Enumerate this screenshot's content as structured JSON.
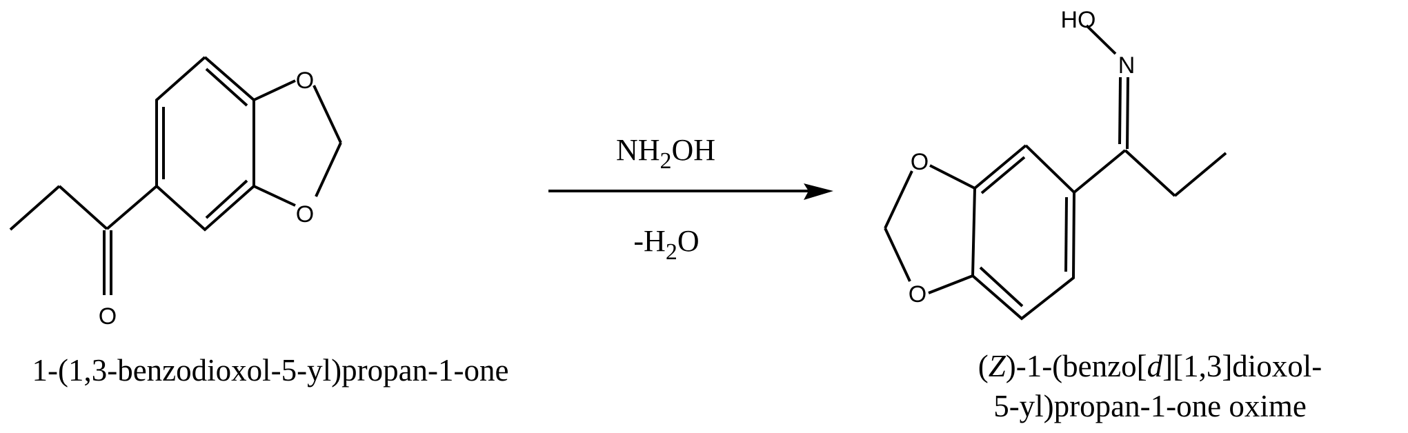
{
  "reaction": {
    "reactant": {
      "name": "1-(1,3-benzodioxol-5-yl)propan-1-one",
      "atoms": {
        "o_carbonyl": "O",
        "o_ring_top": "O",
        "o_ring_bottom": "O"
      }
    },
    "arrow": {
      "reagent_above": {
        "main": "NH",
        "sub": "2",
        "tail": "OH"
      },
      "reagent_below": {
        "main": "-H",
        "sub": "2",
        "tail": "O"
      }
    },
    "product": {
      "name_line1_a": "(",
      "name_line1_z": "Z",
      "name_line1_b": ")-1-(benzo[",
      "name_line1_d": "d",
      "name_line1_c": "][1,3]dioxol-",
      "name_line2": "5-yl)propan-1-one oxime",
      "atoms": {
        "hydroxyl": "HO",
        "nitrogen": "N",
        "o_ring_top": "O",
        "o_ring_bottom": "O"
      }
    }
  },
  "colors": {
    "ink": "#000000",
    "background": "#ffffff"
  }
}
